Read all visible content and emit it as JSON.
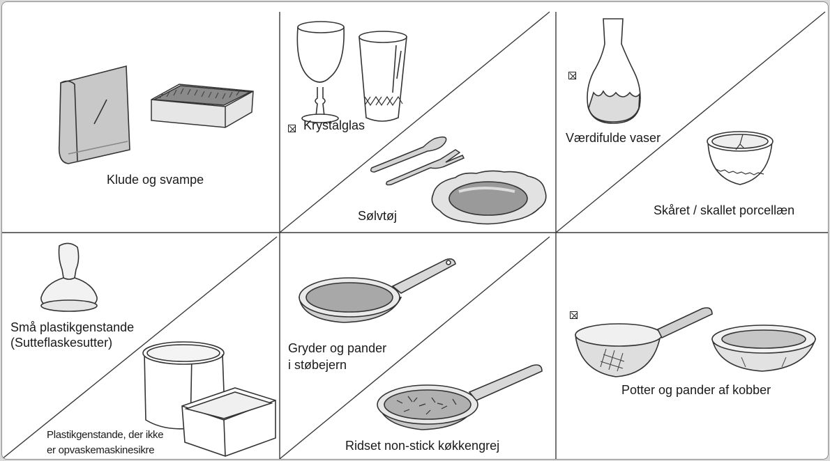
{
  "cells": [
    {
      "id": "cloths",
      "label": "Klude og svampe"
    },
    {
      "id": "crystal",
      "label": "Krystalglas"
    },
    {
      "id": "silver",
      "label": "Sølvtøj"
    },
    {
      "id": "vases",
      "label": "Værdifulde vaser"
    },
    {
      "id": "porcelain",
      "label": "Skåret / skallet porcellæn"
    },
    {
      "id": "small-plastic",
      "label_line1": "Små plastikgenstande",
      "label_line2": "(Sutteflaskesutter)"
    },
    {
      "id": "plastic",
      "label_line1": "Plastikgenstande, der ikke",
      "label_line2": "er opvaskemaskinesikre"
    },
    {
      "id": "castiron",
      "label_line1": "Gryder og pander",
      "label_line2": "i støbejern"
    },
    {
      "id": "nonstick",
      "label": "Ridset non-stick køkkengrej"
    },
    {
      "id": "copper",
      "label": "Potter og pander af kobber"
    }
  ],
  "markers": [
    {
      "id": "crystal",
      "icon": "cross-box-icon"
    },
    {
      "id": "vases",
      "icon": "cross-box-icon"
    },
    {
      "id": "copper",
      "icon": "cross-box-icon"
    }
  ]
}
